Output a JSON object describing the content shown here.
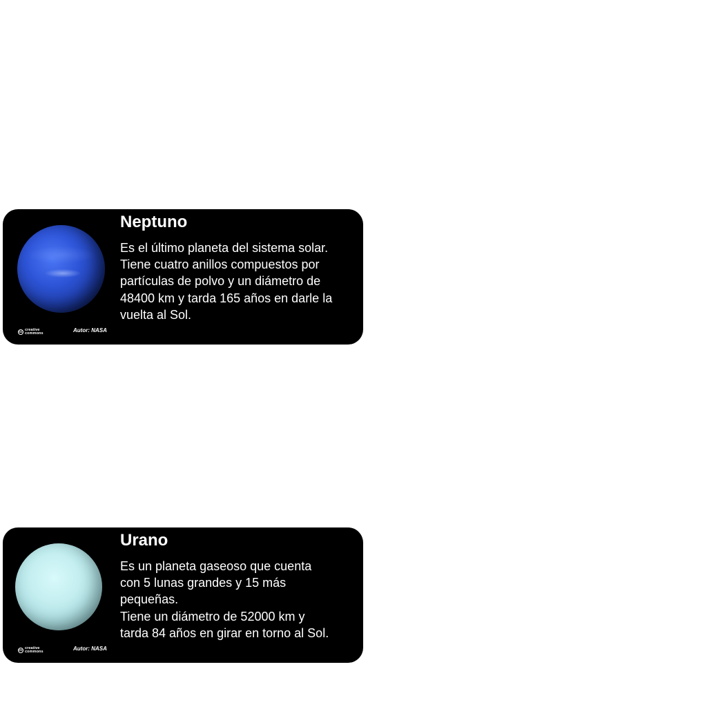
{
  "cards": [
    {
      "title": "Neptuno",
      "description_lines": [
        "Es el último planeta del sistema solar.",
        "Tiene cuatro anillos compuestos por",
        "partículas de polvo y un diámetro de",
        "48400 km y tarda 165 años en darle la",
        "vuelta al Sol."
      ],
      "author": "Autor: NASA",
      "license_line1": "creative",
      "license_line2": "commons",
      "license_symbol": "cc",
      "planet_colors": [
        "#4a76f5",
        "#1f3fae"
      ]
    },
    {
      "title": "Urano",
      "description_lines": [
        "Es un planeta gaseoso que cuenta",
        "con 5 lunas grandes y 15 más",
        "pequeñas.",
        "Tiene un diámetro de 52000 km y",
        "tarda 84 años en girar en torno al Sol."
      ],
      "author": "Autor: NASA",
      "license_line1": "creative",
      "license_line2": "commons",
      "license_symbol": "cc",
      "planet_colors": [
        "#d8fafb",
        "#a9dcdf"
      ]
    }
  ],
  "colors": {
    "card_background": "#000000",
    "page_background": "#ffffff",
    "text": "#ffffff"
  }
}
